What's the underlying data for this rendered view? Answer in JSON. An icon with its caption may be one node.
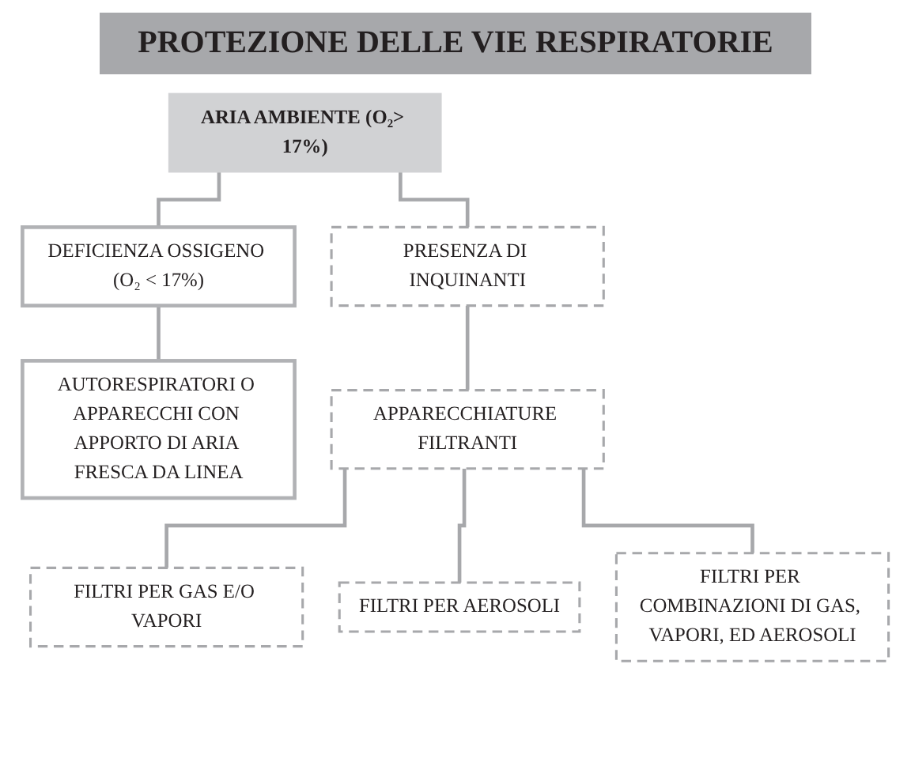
{
  "diagram": {
    "title": "PROTEZIONE DELLE VIE RESPIRATORIE",
    "nodes": [
      {
        "text": [
          "ARIA AMBIENTE (O₂> 17%)"
        ]
      },
      {
        "text": [
          "DEFICIENZA OSSIGENO (O₂ < 17%)"
        ]
      },
      {
        "text": [
          "PRESENZA DI INQUINANTI"
        ]
      },
      {
        "text": [
          "AUTORESPIRATORI O APPARECCHI CON APPORTO DI ARIA FRESCA DA LINEA"
        ]
      },
      {
        "text": [
          "APPARECCHIATURE FILTRANTI"
        ]
      },
      {
        "text": [
          "FILTRI PER GAS E/O VAPORI"
        ]
      },
      {
        "text": [
          "FILTRI PER AEROSOLI"
        ]
      },
      {
        "text": [
          "FILTRI PER COMBINAZIONI DI GAS, VAPORI, ED AEROSOLI"
        ]
      }
    ],
    "edges": [
      {
        "from": 0,
        "to": 1,
        "arrow": "none"
      },
      {
        "from": 0,
        "to": 2,
        "arrow": "none"
      },
      {
        "from": 1,
        "to": 3,
        "arrow": "none"
      },
      {
        "from": 2,
        "to": 4,
        "arrow": "none"
      },
      {
        "from": 4,
        "to": 5,
        "arrow": "none"
      },
      {
        "from": 4,
        "to": 6,
        "arrow": "none"
      },
      {
        "from": 4,
        "to": 7,
        "arrow": "none"
      }
    ]
  }
}
